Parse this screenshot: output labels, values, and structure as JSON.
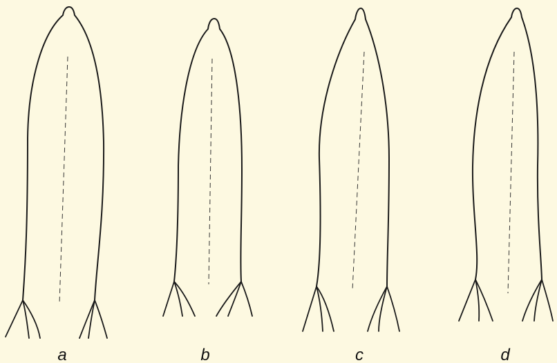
{
  "figure": {
    "panels": [
      {
        "id": "a",
        "label": "a"
      },
      {
        "id": "b",
        "label": "b"
      },
      {
        "id": "c",
        "label": "c"
      },
      {
        "id": "d",
        "label": "d"
      }
    ]
  },
  "colors": {
    "background": "#fdf9e1",
    "stroke": "#1a1a1a"
  }
}
